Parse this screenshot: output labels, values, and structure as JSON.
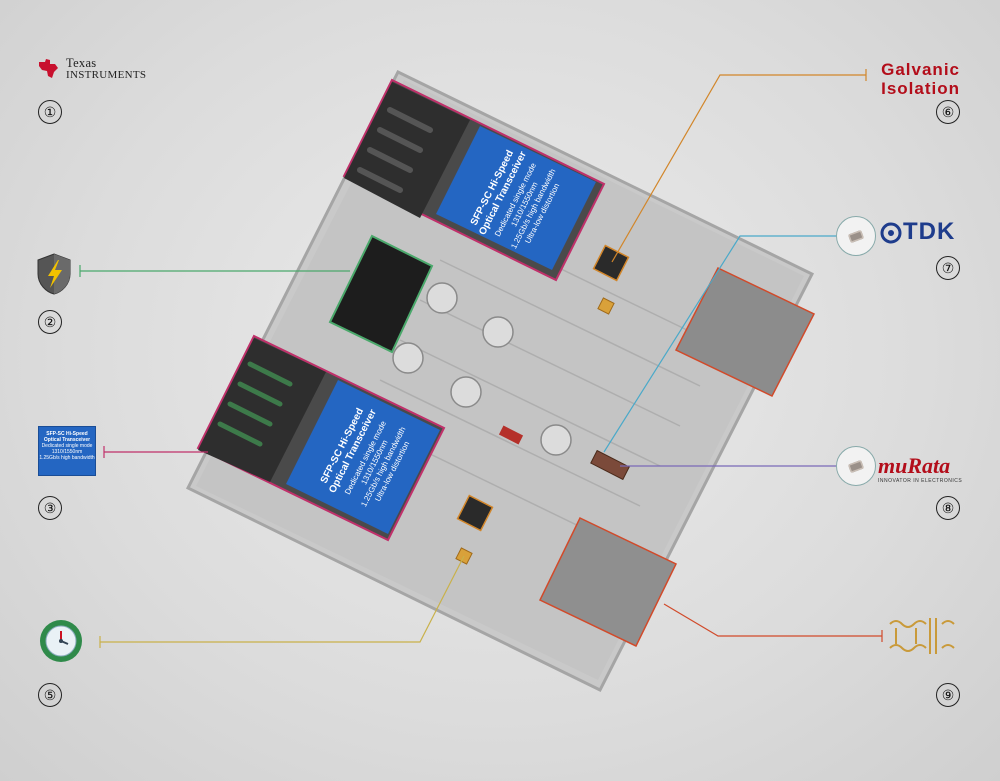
{
  "brands": {
    "ti_line1": "Texas",
    "ti_line2": "Instruments",
    "galvanic_line1": "Galvanic",
    "galvanic_line2": "Isolation",
    "tdk": "TDK",
    "murata": "muRata",
    "murata_tagline": "INNOVATOR IN ELECTRONICS"
  },
  "markers": {
    "m1": "①",
    "m2": "②",
    "m3": "③",
    "m5": "⑤",
    "m6": "⑥",
    "m7": "⑦",
    "m8": "⑧",
    "m9": "⑨"
  },
  "transceiver": {
    "title": "SFP-SC Hi-Speed",
    "subtitle": "Optical Transceiver",
    "line1": "Dedicated single mode",
    "line2": "1310/1550nm",
    "line3": "1.25Gb/s high bandwidth",
    "line4": "Ultra-low distortion"
  },
  "colors": {
    "galvanic_red": "#b30d1a",
    "tdk_blue": "#1e3c8c",
    "sfp_blue": "#2466c2",
    "line_green": "#4aa86b",
    "line_pink": "#c0306a",
    "line_yellow": "#c9b14a",
    "line_orange": "#d2862a",
    "line_cyan": "#4aa9c9",
    "line_purple": "#7a69b8",
    "line_red": "#d14a2a"
  },
  "icons": [
    "texas-instruments-logo",
    "lightning-shield-icon",
    "sfp-module-card-icon",
    "clock-crystal-icon",
    "tdk-logo",
    "murata-logo",
    "chip-capacitor-icon",
    "transformer-icon"
  ]
}
